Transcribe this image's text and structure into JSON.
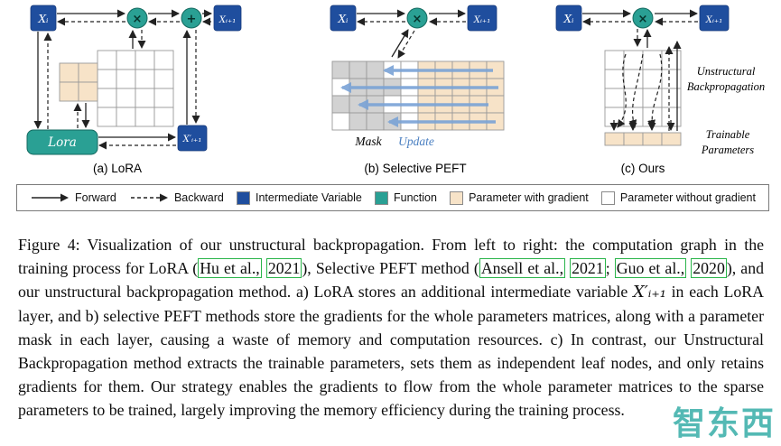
{
  "colors": {
    "blue": "#1f4e9e",
    "teal": "#2aa094",
    "teal_dark": "#14695f",
    "beige": "#f7e3c8",
    "gray": "#d2d2d2",
    "grid_line": "#999999",
    "green": "#2ab54a",
    "arrow_blue": "#7aa3d6",
    "update_blue": "#4a7fc1",
    "arrow_black": "#222222",
    "watermark": "#2aa8a2"
  },
  "figure": {
    "panels": [
      {
        "label": "(a) LoRA",
        "nodes": {
          "x_i": "Xᵢ",
          "x_i1": "Xᵢ₊₁",
          "x_prime": "X′ᵢ₊₁",
          "lora": "Lora",
          "mult": "×",
          "plus": "+"
        }
      },
      {
        "label": "(b) Selective PEFT",
        "nodes": {
          "x_i": "Xᵢ",
          "x_i1": "Xᵢ₊₁",
          "mult": "×"
        },
        "mask_label": "Mask",
        "update_label": "Update",
        "mask_pattern": [
          [
            1,
            1,
            1,
            0,
            0
          ],
          [
            0,
            1,
            1,
            1,
            0
          ],
          [
            1,
            1,
            1,
            0,
            0
          ],
          [
            0,
            1,
            1,
            1,
            0
          ]
        ]
      },
      {
        "label": "(c) Ours",
        "nodes": {
          "x_i": "Xᵢ",
          "x_i1": "Xᵢ₊₁",
          "mult": "×"
        },
        "annotation_top_1": "Unstructural",
        "annotation_top_2": "Backpropagation",
        "annotation_bottom_1": "Trainable",
        "annotation_bottom_2": "Parameters"
      }
    ],
    "legend": [
      {
        "icon": "forward-arrow-icon",
        "label": "Forward"
      },
      {
        "icon": "backward-arrow-icon",
        "label": "Backward"
      },
      {
        "icon": "blue-square-icon",
        "label": "Intermediate Variable"
      },
      {
        "icon": "teal-square-icon",
        "label": "Function"
      },
      {
        "icon": "beige-square-icon",
        "label": "Parameter with gradient"
      },
      {
        "icon": "white-square-icon",
        "label": "Parameter without gradient"
      }
    ]
  },
  "caption": {
    "segments": [
      {
        "t": "Figure 4: Visualization of our unstructural backpropagation. From left to right: the computation graph in the training process for LoRA ("
      },
      {
        "t": "Hu et al.,",
        "cite": true
      },
      {
        "t": " "
      },
      {
        "t": "2021",
        "cite": true
      },
      {
        "t": "), Selective PEFT method ("
      },
      {
        "t": "Ansell et al.,",
        "cite": true
      },
      {
        "t": " "
      },
      {
        "t": "2021",
        "cite": true
      },
      {
        "t": "; "
      },
      {
        "t": "Guo et al.,",
        "cite": true
      },
      {
        "t": " "
      },
      {
        "t": "2020",
        "cite": true
      },
      {
        "t": "), and our unstructural backpropagation method. a) LoRA stores an additional intermediate variable "
      },
      {
        "t": "X′ᵢ₊₁",
        "math": true
      },
      {
        "t": " in each LoRA layer, and b) selective PEFT methods store the gradients for the whole parameters matrices, along with a parameter mask in each layer, causing a waste of memory and computation resources. c) In contrast, our Unstructural Backpropagation method extracts the trainable parameters, sets them as independent leaf nodes, and only retains gradients for them. Our strategy enables the gradients to flow from the whole parameter matrices to the sparse parameters to be trained, largely improving the memory efficiency during the training process."
      }
    ]
  },
  "watermark": "智东西"
}
